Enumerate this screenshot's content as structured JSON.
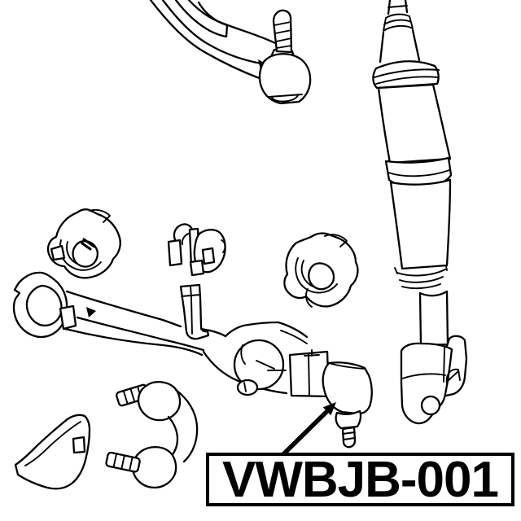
{
  "colors": {
    "background": "#ffffff",
    "line": "#000000"
  },
  "label": {
    "part_number": "VWBJB-001"
  },
  "callout": {
    "points_to": "lower-ball-joint"
  },
  "parts": [
    "upper-control-arm",
    "upper-ball-joint",
    "shock-absorber",
    "control-arm-bushing-left",
    "mounting-clamp",
    "control-arm-bushing-right",
    "lower-control-arm",
    "lower-ball-joint",
    "support-bracket",
    "stabilizer-link"
  ]
}
